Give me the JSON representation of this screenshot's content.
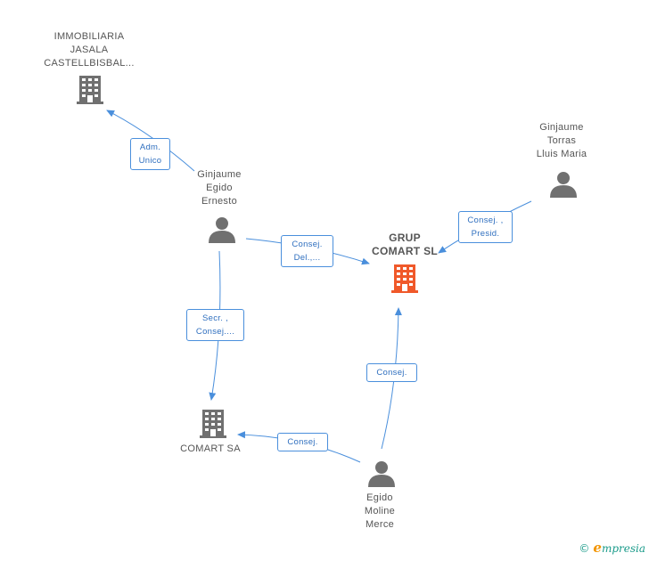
{
  "nodes": [
    {
      "id": "immobiliaria",
      "label": "IMMOBILIARIA\nJASALA\nCASTELLBISBAL...",
      "kind": "company"
    },
    {
      "id": "ginjaume_ernesto",
      "label": "Ginjaume\nEgido\nErnesto",
      "kind": "person"
    },
    {
      "id": "ginjaume_lluis",
      "label": "Ginjaume\nTorras\nLluis Maria",
      "kind": "person"
    },
    {
      "id": "grup_comart",
      "label": "GRUP\nCOMART SL",
      "kind": "company-main"
    },
    {
      "id": "comart_sa",
      "label": "COMART SA",
      "kind": "company"
    },
    {
      "id": "egido_merce",
      "label": "Egido\nMoline\nMerce",
      "kind": "person"
    }
  ],
  "edges": [
    {
      "id": "e1",
      "label": "Adm.\nUnico"
    },
    {
      "id": "e2",
      "label": "Consej.\nDel.,..."
    },
    {
      "id": "e3",
      "label": "Consej. ,\nPresid."
    },
    {
      "id": "e4",
      "label": "Secr. ,\nConsej...."
    },
    {
      "id": "e5",
      "label": "Consej."
    },
    {
      "id": "e6",
      "label": "Consej."
    }
  ],
  "colors": {
    "edge": "#4a8fdc",
    "company": "#707070",
    "company_main": "#f0592a",
    "person": "#707070"
  },
  "icons": {
    "company": "building-icon",
    "person": "person-icon"
  },
  "watermark": {
    "copyright": "©",
    "brand_first": "e",
    "brand_rest": "mpresia"
  }
}
